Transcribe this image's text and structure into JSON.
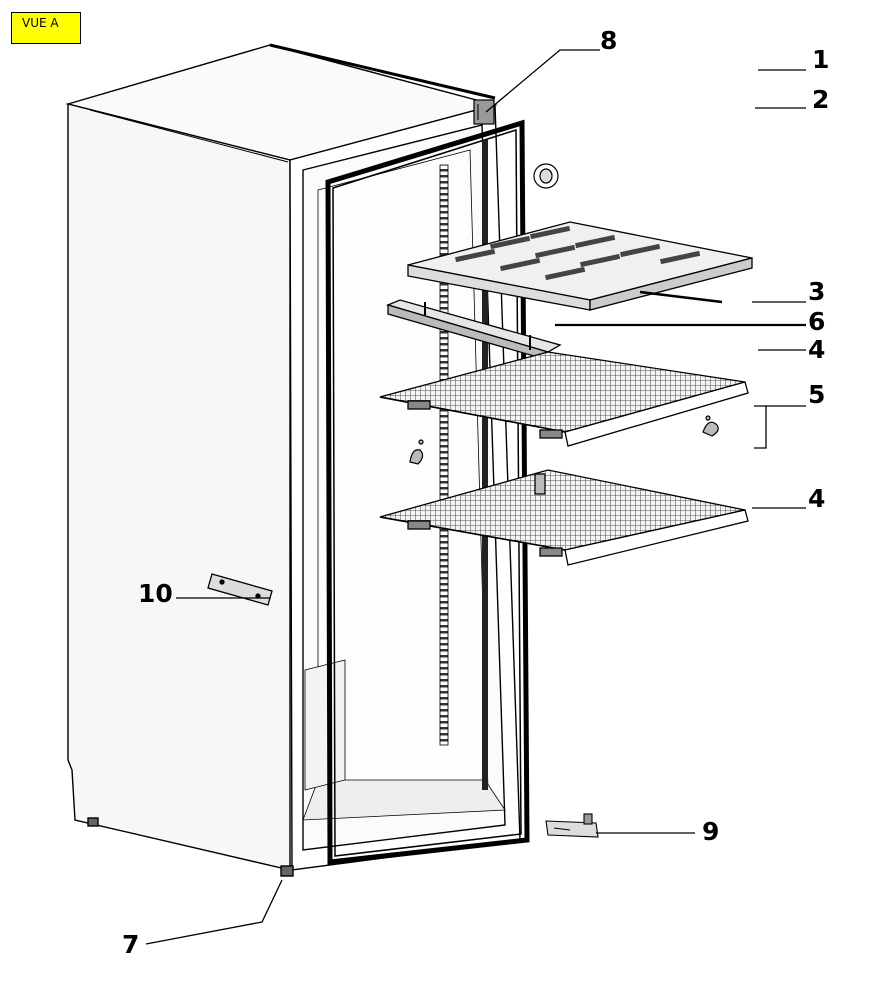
{
  "view_tag": "VUE A",
  "callouts": {
    "c1": "1",
    "c2": "2",
    "c3": "3",
    "c4a": "4",
    "c4b": "4",
    "c5": "5",
    "c6": "6",
    "c7": "7",
    "c8": "8",
    "c9": "9",
    "c10": "10"
  },
  "colors": {
    "ink": "#000000",
    "tag_fill": "#ffff00",
    "shelf_mesh": "#555555",
    "cabinet_fill": "#f6f6f6"
  }
}
